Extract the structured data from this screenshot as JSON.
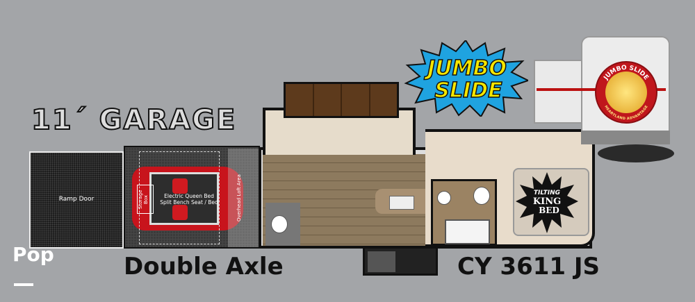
{
  "headings": {
    "garage": "11´ GARAGE",
    "axle": "Double Axle",
    "model": "CY 3611 JS"
  },
  "labels": {
    "ramp_door": "Ramp Door",
    "storage_box": "Storage Box",
    "bed_line1": "Electric Queen Bed",
    "bed_line2": "Split Bench Seat / Bed",
    "loft": "Overhead Loft Area"
  },
  "badges": {
    "jumbo_line1": "JUMBO",
    "jumbo_line2": "SLIDE",
    "tilting": "TILTING",
    "king": "KING",
    "bed": "BED",
    "logo_top": "JUMBO SLIDE",
    "logo_bottom": "HEARTLAND ADVANTAGE"
  },
  "watermark": {
    "brand": "Pop"
  },
  "colors": {
    "background": "#a3a5a8",
    "burst": "#1fa3e0",
    "burst_text": "#f5e600",
    "accent_red": "#c0161c"
  }
}
